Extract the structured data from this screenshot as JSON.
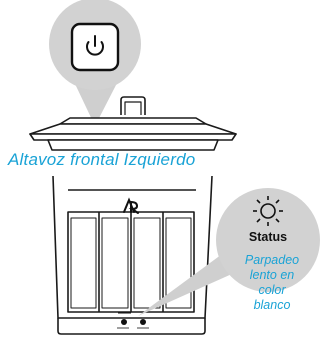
{
  "callouts": {
    "front_speaker_label": "Altavoz frontal Izquierdo",
    "status_label": "Status",
    "status_description_lines": [
      "Parpadeo",
      "lento en",
      "color",
      "blanco"
    ]
  },
  "icons": {
    "power": "power-icon",
    "status_light": "status-light-icon",
    "logo": "brand-logo"
  },
  "colors": {
    "accent_text": "#1aa3d6",
    "callout_fill": "#cfcfcf",
    "line": "#1a1a1a"
  }
}
